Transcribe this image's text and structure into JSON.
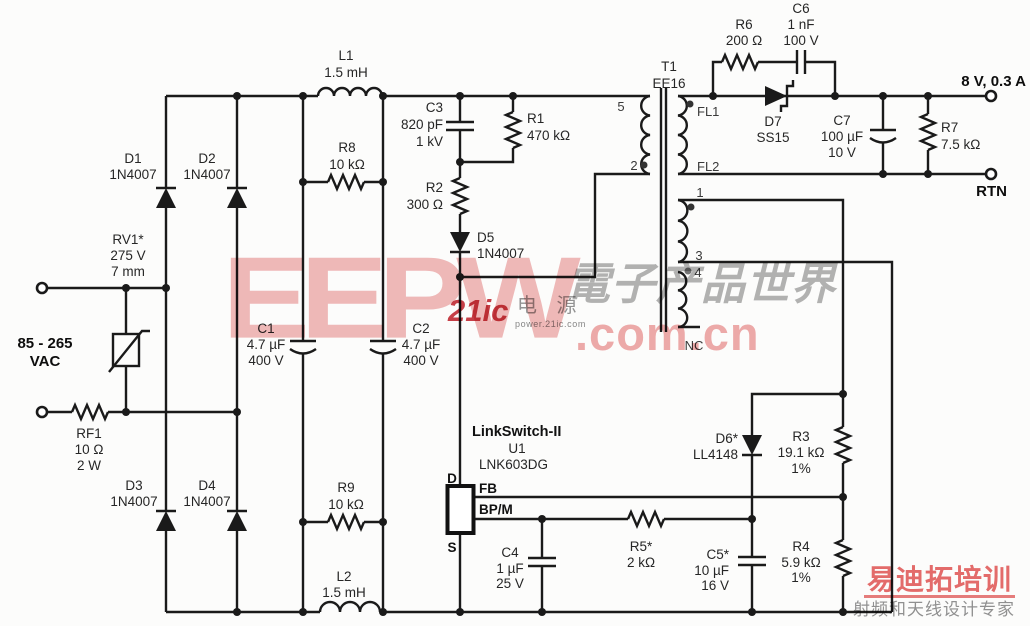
{
  "input": {
    "line1": "85 - 265",
    "line2": "VAC"
  },
  "output": {
    "vout": "8 V, 0.3 A",
    "rtn": "RTN"
  },
  "ic": {
    "family": "LinkSwitch-II",
    "ref": "U1",
    "part": "LNK603DG",
    "pin_d": "D",
    "pin_s": "S",
    "pin_fb": "FB",
    "pin_bpm": "BP/M"
  },
  "transformer": {
    "ref": "T1",
    "core": "EE16",
    "pin5": "5",
    "pin2": "2",
    "fl1": "FL1",
    "fl2": "FL2",
    "pin1": "1",
    "pin3": "3",
    "pin4": "4",
    "nc": "NC"
  },
  "components": {
    "d1": {
      "ref": "D1",
      "v1": "1N4007"
    },
    "d2": {
      "ref": "D2",
      "v1": "1N4007"
    },
    "d3": {
      "ref": "D3",
      "v1": "1N4007"
    },
    "d4": {
      "ref": "D4",
      "v1": "1N4007"
    },
    "d5": {
      "ref": "D5",
      "v1": "1N4007"
    },
    "d6": {
      "ref": "D6*",
      "v1": "LL4148"
    },
    "d7": {
      "ref": "D7",
      "v1": "SS15"
    },
    "rv1": {
      "ref": "RV1*",
      "v1": "275 V",
      "v2": "7 mm"
    },
    "rf1": {
      "ref": "RF1",
      "v1": "10 Ω",
      "v2": "2 W"
    },
    "r1": {
      "ref": "R1",
      "v1": "470 kΩ"
    },
    "r2": {
      "ref": "R2",
      "v1": "300 Ω"
    },
    "r3": {
      "ref": "R3",
      "v1": "19.1 kΩ",
      "v2": "1%"
    },
    "r4": {
      "ref": "R4",
      "v1": "5.9 kΩ",
      "v2": "1%"
    },
    "r5": {
      "ref": "R5*",
      "v1": "2 kΩ"
    },
    "r6": {
      "ref": "R6",
      "v1": "200 Ω"
    },
    "r7": {
      "ref": "R7",
      "v1": "7.5 kΩ"
    },
    "r8": {
      "ref": "R8",
      "v1": "10 kΩ"
    },
    "r9": {
      "ref": "R9",
      "v1": "10 kΩ"
    },
    "c1": {
      "ref": "C1",
      "v1": "4.7 µF",
      "v2": "400 V"
    },
    "c2": {
      "ref": "C2",
      "v1": "4.7 µF",
      "v2": "400 V"
    },
    "c3": {
      "ref": "C3",
      "v1": "820 pF",
      "v2": "1 kV"
    },
    "c4": {
      "ref": "C4",
      "v1": "1 µF",
      "v2": "25 V"
    },
    "c5": {
      "ref": "C5*",
      "v1": "10 µF",
      "v2": "16 V"
    },
    "c6": {
      "ref": "C6",
      "v1": "1 nF",
      "v2": "100 V"
    },
    "c7": {
      "ref": "C7",
      "v1": "100 µF",
      "v2": "10 V"
    },
    "l1": {
      "ref": "L1",
      "v1": "1.5 mH"
    },
    "l2": {
      "ref": "L2",
      "v1": "1.5 mH"
    }
  },
  "watermarks": {
    "eepw_logo": "EEPW",
    "eepw_cn": "電子产品世界",
    "eepw_domain": ".com.cn",
    "ic21": "21ic",
    "ic21_cn": "电 源",
    "ic21_url": "power.21ic.com",
    "edatop": "易迪拓培训",
    "edatop_tagline": "射频和天线设计专家",
    "colors": {
      "pink": "#e88c8c",
      "red": "#c01e28",
      "gray": "#8c8c8c"
    }
  }
}
